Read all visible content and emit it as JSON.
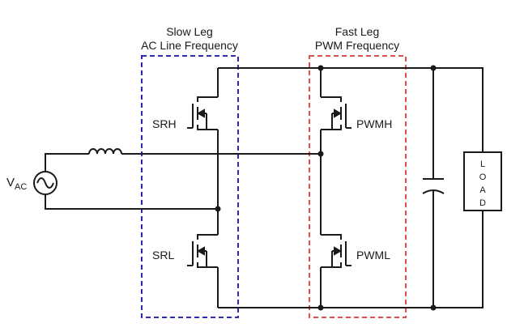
{
  "slow_leg": {
    "title": "Slow Leg",
    "subtitle": "AC Line Frequency",
    "box_color": "#2b2bb5"
  },
  "fast_leg": {
    "title": "Fast Leg",
    "subtitle": "PWM Frequency",
    "box_color": "#e05050"
  },
  "source": {
    "label_main": "V",
    "label_sub": "AC",
    "icon": "ac-source-icon"
  },
  "inductor": {
    "icon": "inductor-icon"
  },
  "capacitor": {
    "icon": "capacitor-icon"
  },
  "load": {
    "letters": [
      "L",
      "O",
      "A",
      "D"
    ]
  },
  "switches": {
    "srh": "SRH",
    "srl": "SRL",
    "pwmh": "PWMH",
    "pwml": "PWML"
  },
  "colors": {
    "wire": "#1a1a1a",
    "background": "#ffffff"
  }
}
